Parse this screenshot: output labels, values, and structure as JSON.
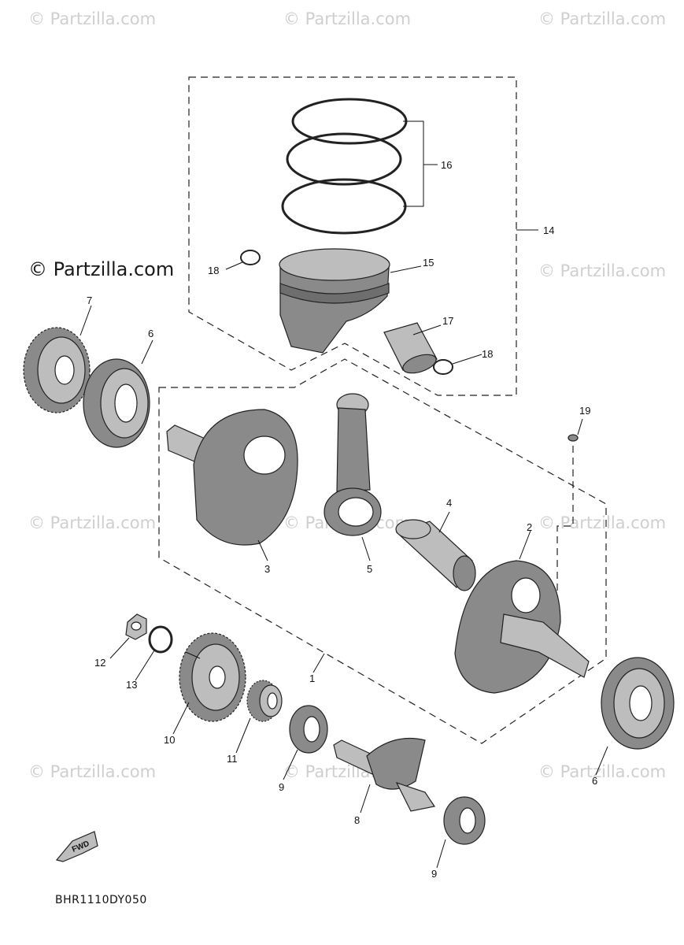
{
  "watermarks": [
    "© Partzilla.com",
    "© Partzilla.com",
    "© Partzilla.com",
    "© Partzilla.com",
    "© Partzilla.com",
    "© Partzilla.com",
    "© Partzilla.com",
    "© Partzilla.com",
    "© Partzilla.com",
    "© Partzilla.com"
  ],
  "copyright": "© Partzilla.com",
  "diagram_code": "BHR1110DY050",
  "fwd_label": "FWD",
  "callouts": [
    "1",
    "2",
    "3",
    "4",
    "5",
    "6",
    "6",
    "7",
    "8",
    "9",
    "9",
    "10",
    "11",
    "12",
    "13",
    "14",
    "15",
    "16",
    "17",
    "18",
    "18",
    "19"
  ]
}
